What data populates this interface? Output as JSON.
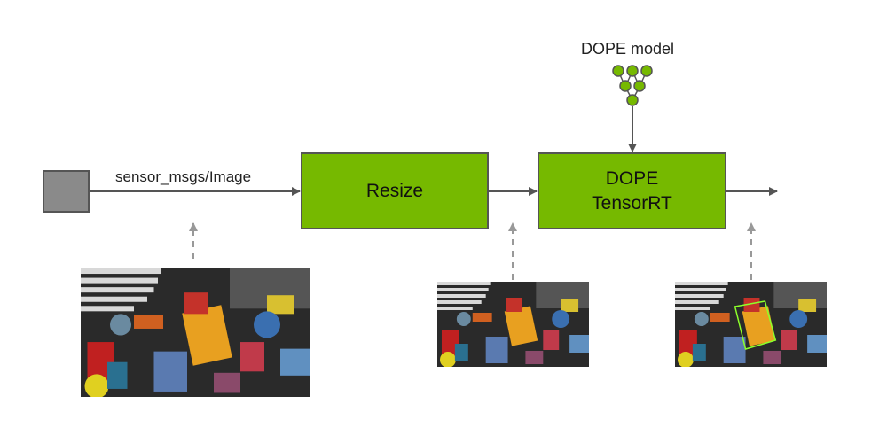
{
  "diagram": {
    "edge_label": "sensor_msgs/Image",
    "nodes": {
      "resize": "Resize",
      "dope_line1": "DOPE",
      "dope_line2": "TensorRT",
      "model_label": "DOPE model"
    },
    "colors": {
      "node_fill": "#76b900",
      "source": "#8a8a8a",
      "arrow": "#555555",
      "bbox": "#8cff2a"
    },
    "icons": [
      "source-square",
      "neural-network-icon"
    ]
  }
}
